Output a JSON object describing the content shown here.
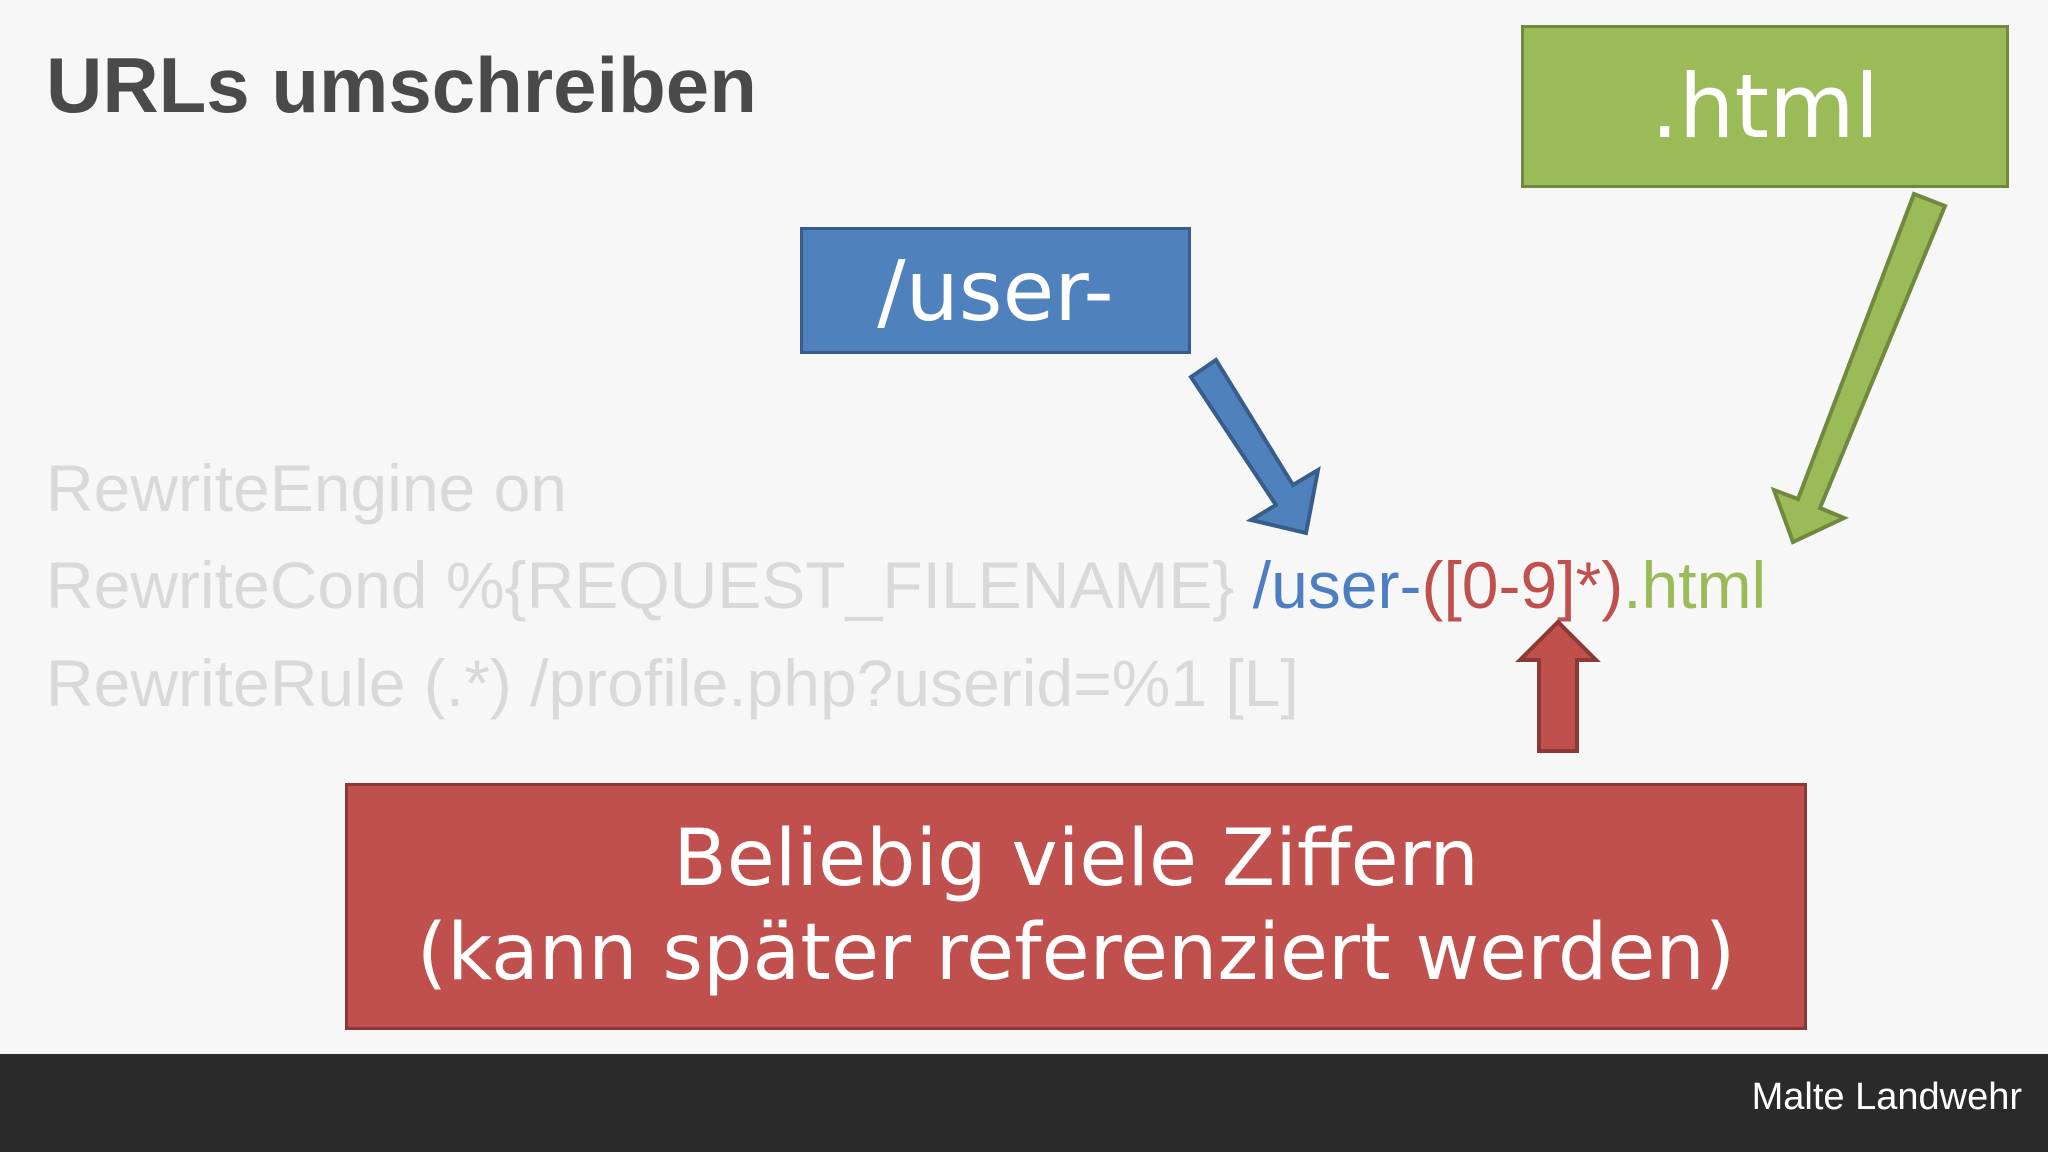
{
  "slide": {
    "title": "URLs umschreiben",
    "code": {
      "line1": "RewriteEngine on",
      "line2_prefix": "RewriteCond %{REQUEST_FILENAME} ",
      "line2_user": "/user-",
      "line2_group": "([0-9]*)",
      "line2_ext": ".html",
      "line3": "RewriteRule (.*) /profile.php?userid=%1 [L]"
    },
    "callouts": {
      "user": "/user-",
      "html": ".html",
      "digits_line1": "Beliebig viele Ziffern",
      "digits_line2": "(kann später referenziert werden)"
    },
    "colors": {
      "blue": "#4f81bd",
      "green": "#9bbb59",
      "red": "#c0504d",
      "faded_code": "#d9d9d9",
      "title": "#4a4a4a",
      "footer_bg": "#2a2a2a"
    }
  },
  "footer": {
    "author": "Malte Landwehr"
  }
}
